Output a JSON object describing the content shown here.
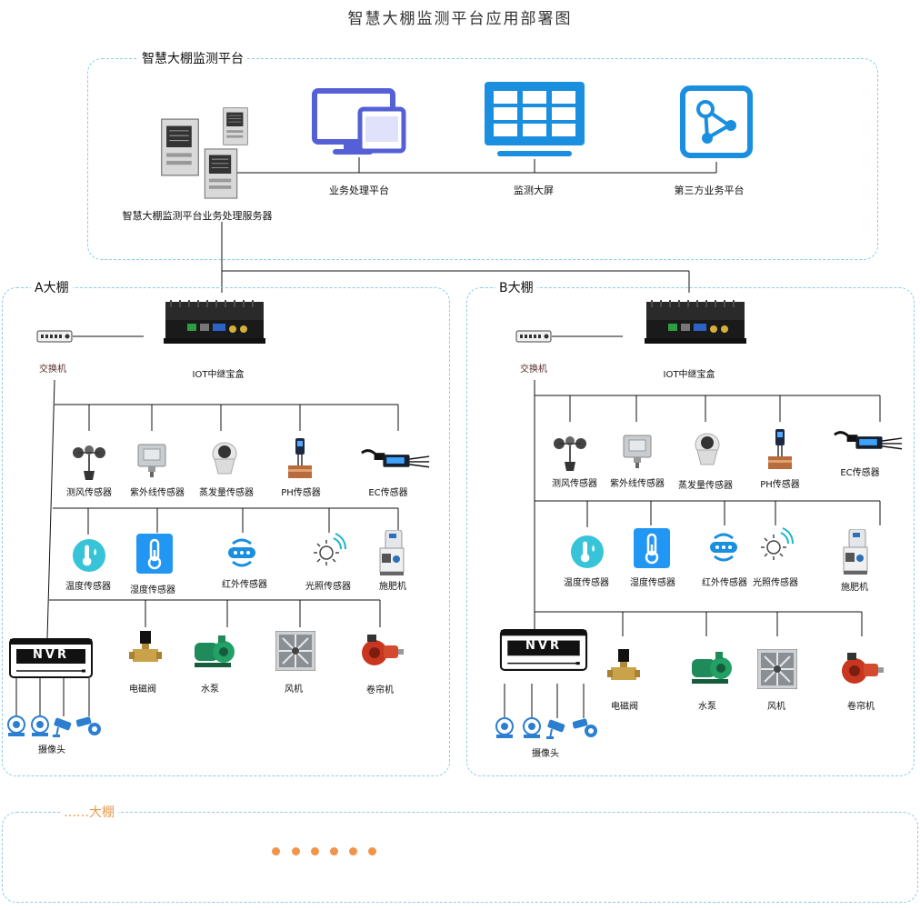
{
  "title": "智慧大棚监测平台应用部署图",
  "platform": {
    "title": "智慧大棚监测平台",
    "server_label": "智慧大棚监测平台业务处理服务器",
    "clients": [
      "业务处理平台",
      "监测大屏",
      "第三方业务平台"
    ]
  },
  "greenhouse_a": {
    "title": "A大棚",
    "switch_label": "交换机",
    "iot_label": "IOT中继宝盒",
    "sensors_row1": [
      "测风传感器",
      "紫外线传感器",
      "蒸发量传感器",
      "PH传感器",
      "EC传感器"
    ],
    "sensors_row2": [
      "温度传感器",
      "湿度传感器",
      "红外传感器",
      "光照传感器",
      "施肥机"
    ],
    "actuators": [
      "电磁阀",
      "水泵",
      "风机",
      "卷帘机"
    ],
    "nvr_text": "NVR",
    "camera_label": "摄像头"
  },
  "greenhouse_b": {
    "title": "B大棚",
    "switch_label": "交换机",
    "iot_label": "IOT中继宝盒",
    "sensors_row1": [
      "测风传感器",
      "紫外线传感器",
      "蒸发量传感器",
      "PH传感器",
      "EC传感器"
    ],
    "sensors_row2": [
      "温度传感器",
      "湿度传感器",
      "红外传感器",
      "光照传感器",
      "施肥机"
    ],
    "actuators": [
      "电磁阀",
      "水泵",
      "风机",
      "卷帘机"
    ],
    "nvr_text": "NVR",
    "camera_label": "摄像头"
  },
  "more_greenhouses": {
    "title": "……大棚"
  },
  "colors": {
    "panel_border": "#8ccbe8",
    "icon_blue": "#1a8fe0",
    "icon_purple": "#5560d6",
    "dots": "#f0954b",
    "more_title": "#e59a50"
  },
  "icons": [
    "server-icon",
    "monitor-icon",
    "dashboard-screen-icon",
    "share-icon",
    "iot-box-icon",
    "switch-icon",
    "anemometer-icon",
    "uv-sensor-icon",
    "evaporation-sensor-icon",
    "ph-sensor-icon",
    "ec-sensor-icon",
    "thermometer-drop-icon",
    "thermometer-icon",
    "infrared-icon",
    "light-icon",
    "fertilizer-machine-icon",
    "solenoid-valve-icon",
    "water-pump-icon",
    "fan-icon",
    "roller-motor-icon",
    "nvr-icon",
    "camera-icon"
  ]
}
